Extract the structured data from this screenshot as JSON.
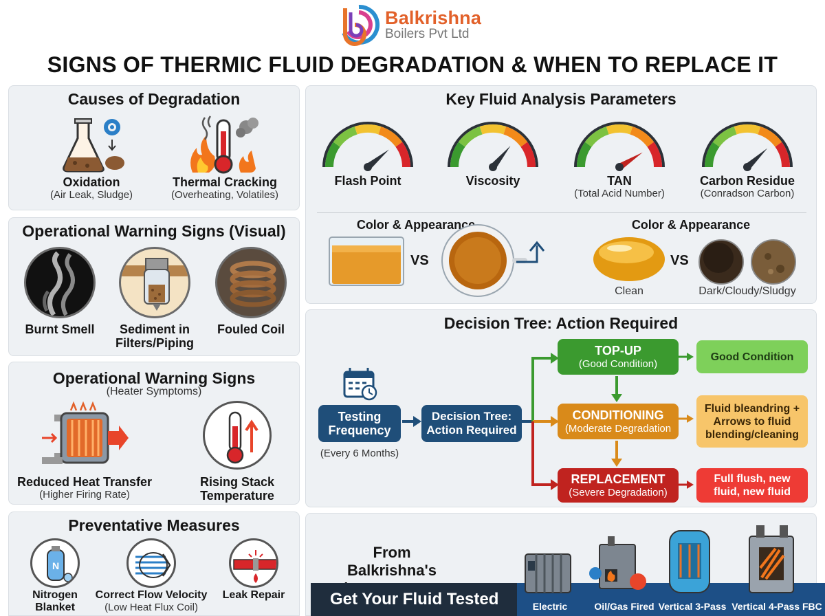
{
  "brand": {
    "name": "Balkrishna",
    "tagline": "Boilers Pvt Ltd"
  },
  "title": "SIGNS OF THERMIC FLUID DEGRADATION & WHEN TO REPLACE IT",
  "causes": {
    "title": "Causes of Degradation",
    "items": [
      {
        "label": "Oxidation",
        "sub": "(Air Leak, Sludge)",
        "icon": "flask-gear-icon"
      },
      {
        "label": "Thermal Cracking",
        "sub": "(Overheating, Volatiles)",
        "icon": "thermometer-fire-icon"
      }
    ]
  },
  "visual_signs": {
    "title": "Operational Warning Signs (Visual)",
    "items": [
      {
        "label": "Burnt Smell",
        "icon": "smoke-icon"
      },
      {
        "label": "Sediment in Filters/Piping",
        "icon": "filter-icon"
      },
      {
        "label": "Fouled Coil",
        "icon": "coil-icon"
      }
    ]
  },
  "heater_signs": {
    "title": "Operational Warning Signs",
    "subtitle": "(Heater Symptoms)",
    "items": [
      {
        "label": "Reduced Heat Transfer",
        "sub": "(Higher Firing Rate)",
        "icon": "heat-exchanger-icon"
      },
      {
        "label": "Rising Stack Temperature",
        "icon": "thermometer-rising-icon"
      }
    ]
  },
  "preventative": {
    "title": "Preventative Measures",
    "items": [
      {
        "label": "Nitrogen Blanket",
        "icon": "nitrogen-cylinder-icon"
      },
      {
        "label": "Correct Flow Velocity",
        "sub": "(Low Heat Flux Coil)",
        "icon": "flow-icon"
      },
      {
        "label": "Leak Repair",
        "icon": "pipe-leak-icon"
      }
    ]
  },
  "analysis": {
    "title": "Key Fluid Analysis Parameters",
    "gauges": [
      {
        "label": "Flash Point",
        "sub": "",
        "needle": 0.78
      },
      {
        "label": "Viscosity",
        "sub": "",
        "needle": 0.72
      },
      {
        "label": "TAN",
        "sub": "(Total Acid Number)",
        "needle": 0.82
      },
      {
        "label": "Carbon Residue",
        "sub": "(Conradson Carbon)",
        "needle": 0.76
      }
    ],
    "color_left_title": "Color & Appearance",
    "color_right_title": "Color & Appearance",
    "vs": "VS",
    "clean_label": "Clean",
    "dark_label": "Dark/Cloudy/Sludgy"
  },
  "decision": {
    "title": "Decision Tree: Action Required",
    "testing": {
      "label": "Testing Frequency",
      "sub": "(Every 6 Months)"
    },
    "tree": {
      "label": "Decision Tree: Action Required"
    },
    "topup": {
      "label": "TOP-UP",
      "sub": "(Good Condition)"
    },
    "conditioning": {
      "label": "CONDITIONING",
      "sub": "(Moderate Degradation"
    },
    "replacement": {
      "label": "REPLACEMENT",
      "sub": "(Severe Degradation)"
    },
    "good": "Good Condition",
    "blend": "Fluid bleandring + Arrows to fluid blending/cleaning",
    "flush": "Full flush, new fluid, new fluid",
    "colors": {
      "navy": "#1f4e79",
      "green": "#3b9a2f",
      "orange": "#d98a1a",
      "red": "#c0231f",
      "lightgreen": "#7ed05a",
      "lightorange": "#f7c56a",
      "lightred": "#ee3b35"
    }
  },
  "range": {
    "title": "From Balkrishna's heater range:",
    "cta": "Get Your Fluid Tested",
    "heaters": [
      "Electric",
      "Oil/Gas Fired",
      "Vertical 3-Pass",
      "Vertical 4-Pass FBC"
    ]
  }
}
